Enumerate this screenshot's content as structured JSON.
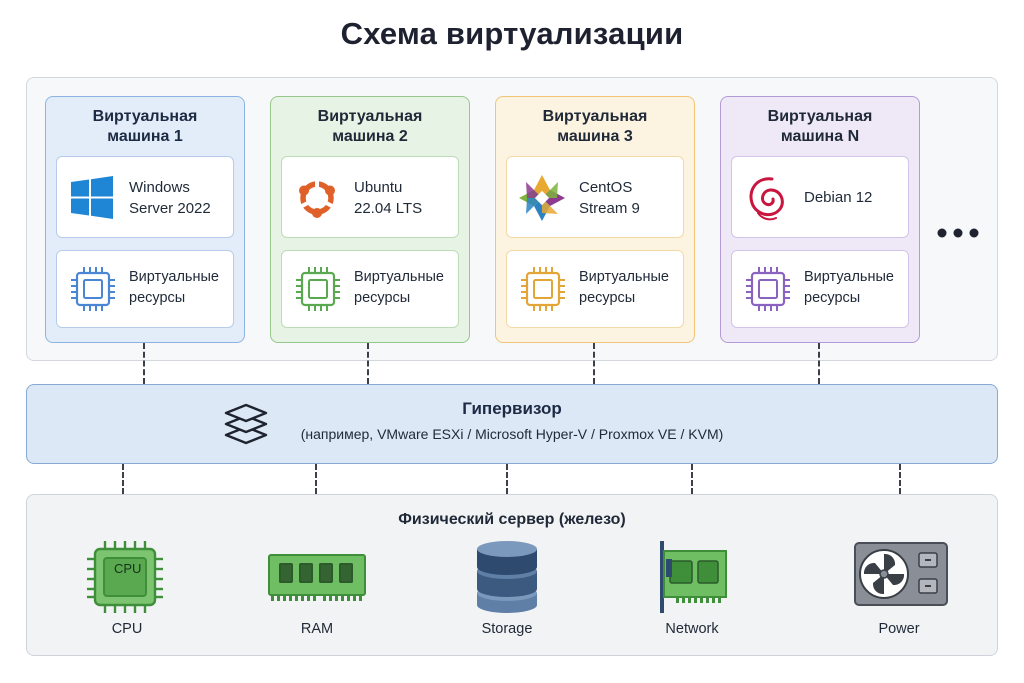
{
  "title": "Схема виртуализации",
  "vms": [
    {
      "title": "Виртуальная\nмашина 1",
      "os_line1": "Windows",
      "os_line2": "Server 2022",
      "os_icon": "windows-logo-icon",
      "resources": "Виртуальные\nресурсы",
      "accent": "#4a86d4"
    },
    {
      "title": "Виртуальная\nмашина 2",
      "os_line1": "Ubuntu",
      "os_line2": "22.04 LTS",
      "os_icon": "ubuntu-logo-icon",
      "resources": "Виртуальные\nресурсы",
      "accent": "#5aa84f"
    },
    {
      "title": "Виртуальная\nмашина 3",
      "os_line1": "CentOS",
      "os_line2": "Stream 9",
      "os_icon": "centos-logo-icon",
      "resources": "Виртуальные\nресурсы",
      "accent": "#e3a536"
    },
    {
      "title": "Виртуальная\nмашина N",
      "os_line1": "Debian 12",
      "os_line2": "",
      "os_icon": "debian-logo-icon",
      "resources": "Виртуальные\nресурсы",
      "accent": "#8a63c0"
    }
  ],
  "more_indicator_icon": "ellipsis-icon",
  "hypervisor": {
    "title": "Гипервизор",
    "subtitle": "(например, VMware ESXi / Microsoft Hyper-V / Proxmox VE / KVM)",
    "icon": "layers-icon"
  },
  "hardware": {
    "title": "Физический сервер (железо)",
    "items": [
      {
        "label": "CPU",
        "chip_text": "CPU",
        "icon": "cpu-chip-icon"
      },
      {
        "label": "RAM",
        "icon": "ram-module-icon"
      },
      {
        "label": "Storage",
        "icon": "storage-database-icon"
      },
      {
        "label": "Network",
        "icon": "network-card-icon"
      },
      {
        "label": "Power",
        "icon": "power-supply-icon"
      }
    ]
  },
  "colors": {
    "vm1_bg": "#e3edf9",
    "vm2_bg": "#e7f3e5",
    "vm3_bg": "#fdf3e1",
    "vm4_bg": "#efe9f7",
    "hypervisor_bg": "#dce8f6",
    "hardware_bg": "#f2f3f5"
  }
}
